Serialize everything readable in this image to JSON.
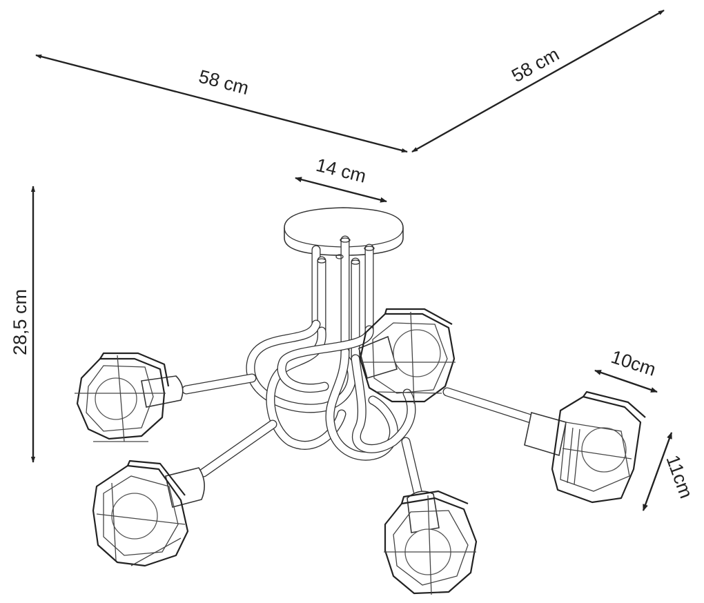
{
  "dimensions": {
    "width_left": "58 cm",
    "width_right": "58 cm",
    "canopy_diameter": "14 cm",
    "height": "28,5 cm",
    "shade_diameter": "10cm",
    "shade_height": "11cm"
  },
  "colors": {
    "line": "#222222",
    "background": "#ffffff"
  }
}
